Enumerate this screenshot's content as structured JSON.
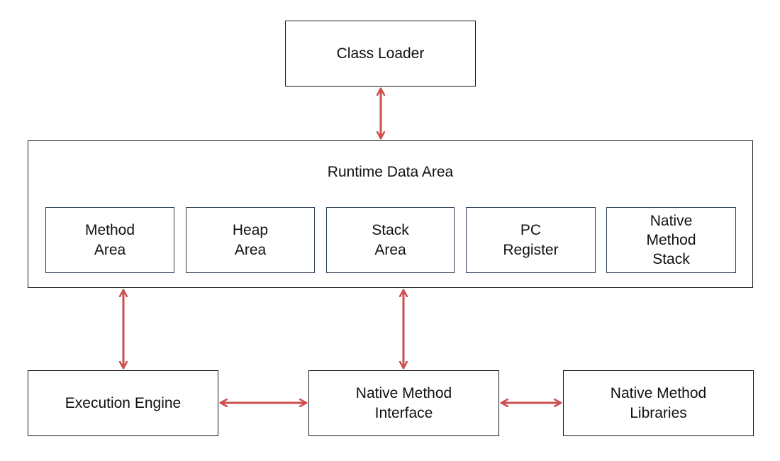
{
  "colors": {
    "arrow": "#cc4f4f",
    "box_border": "#1a1a1a",
    "inner_box_border": "#2e3f57"
  },
  "nodes": {
    "class_loader": "Class Loader",
    "runtime_data_area": {
      "title": "Runtime Data Area",
      "components": [
        "Method\nArea",
        "Heap\nArea",
        "Stack\nArea",
        "PC\nRegister",
        "Native\nMethod\nStack"
      ]
    },
    "execution_engine": "Execution Engine",
    "native_method_interface": "Native Method\nInterface",
    "native_method_libraries": "Native Method\nLibraries"
  },
  "edges": [
    {
      "from": "class_loader",
      "to": "runtime_data_area",
      "direction": "bidirectional"
    },
    {
      "from": "runtime_data_area",
      "to": "execution_engine",
      "direction": "bidirectional"
    },
    {
      "from": "runtime_data_area",
      "to": "native_method_interface",
      "direction": "bidirectional"
    },
    {
      "from": "execution_engine",
      "to": "native_method_interface",
      "direction": "bidirectional"
    },
    {
      "from": "native_method_interface",
      "to": "native_method_libraries",
      "direction": "bidirectional"
    }
  ]
}
